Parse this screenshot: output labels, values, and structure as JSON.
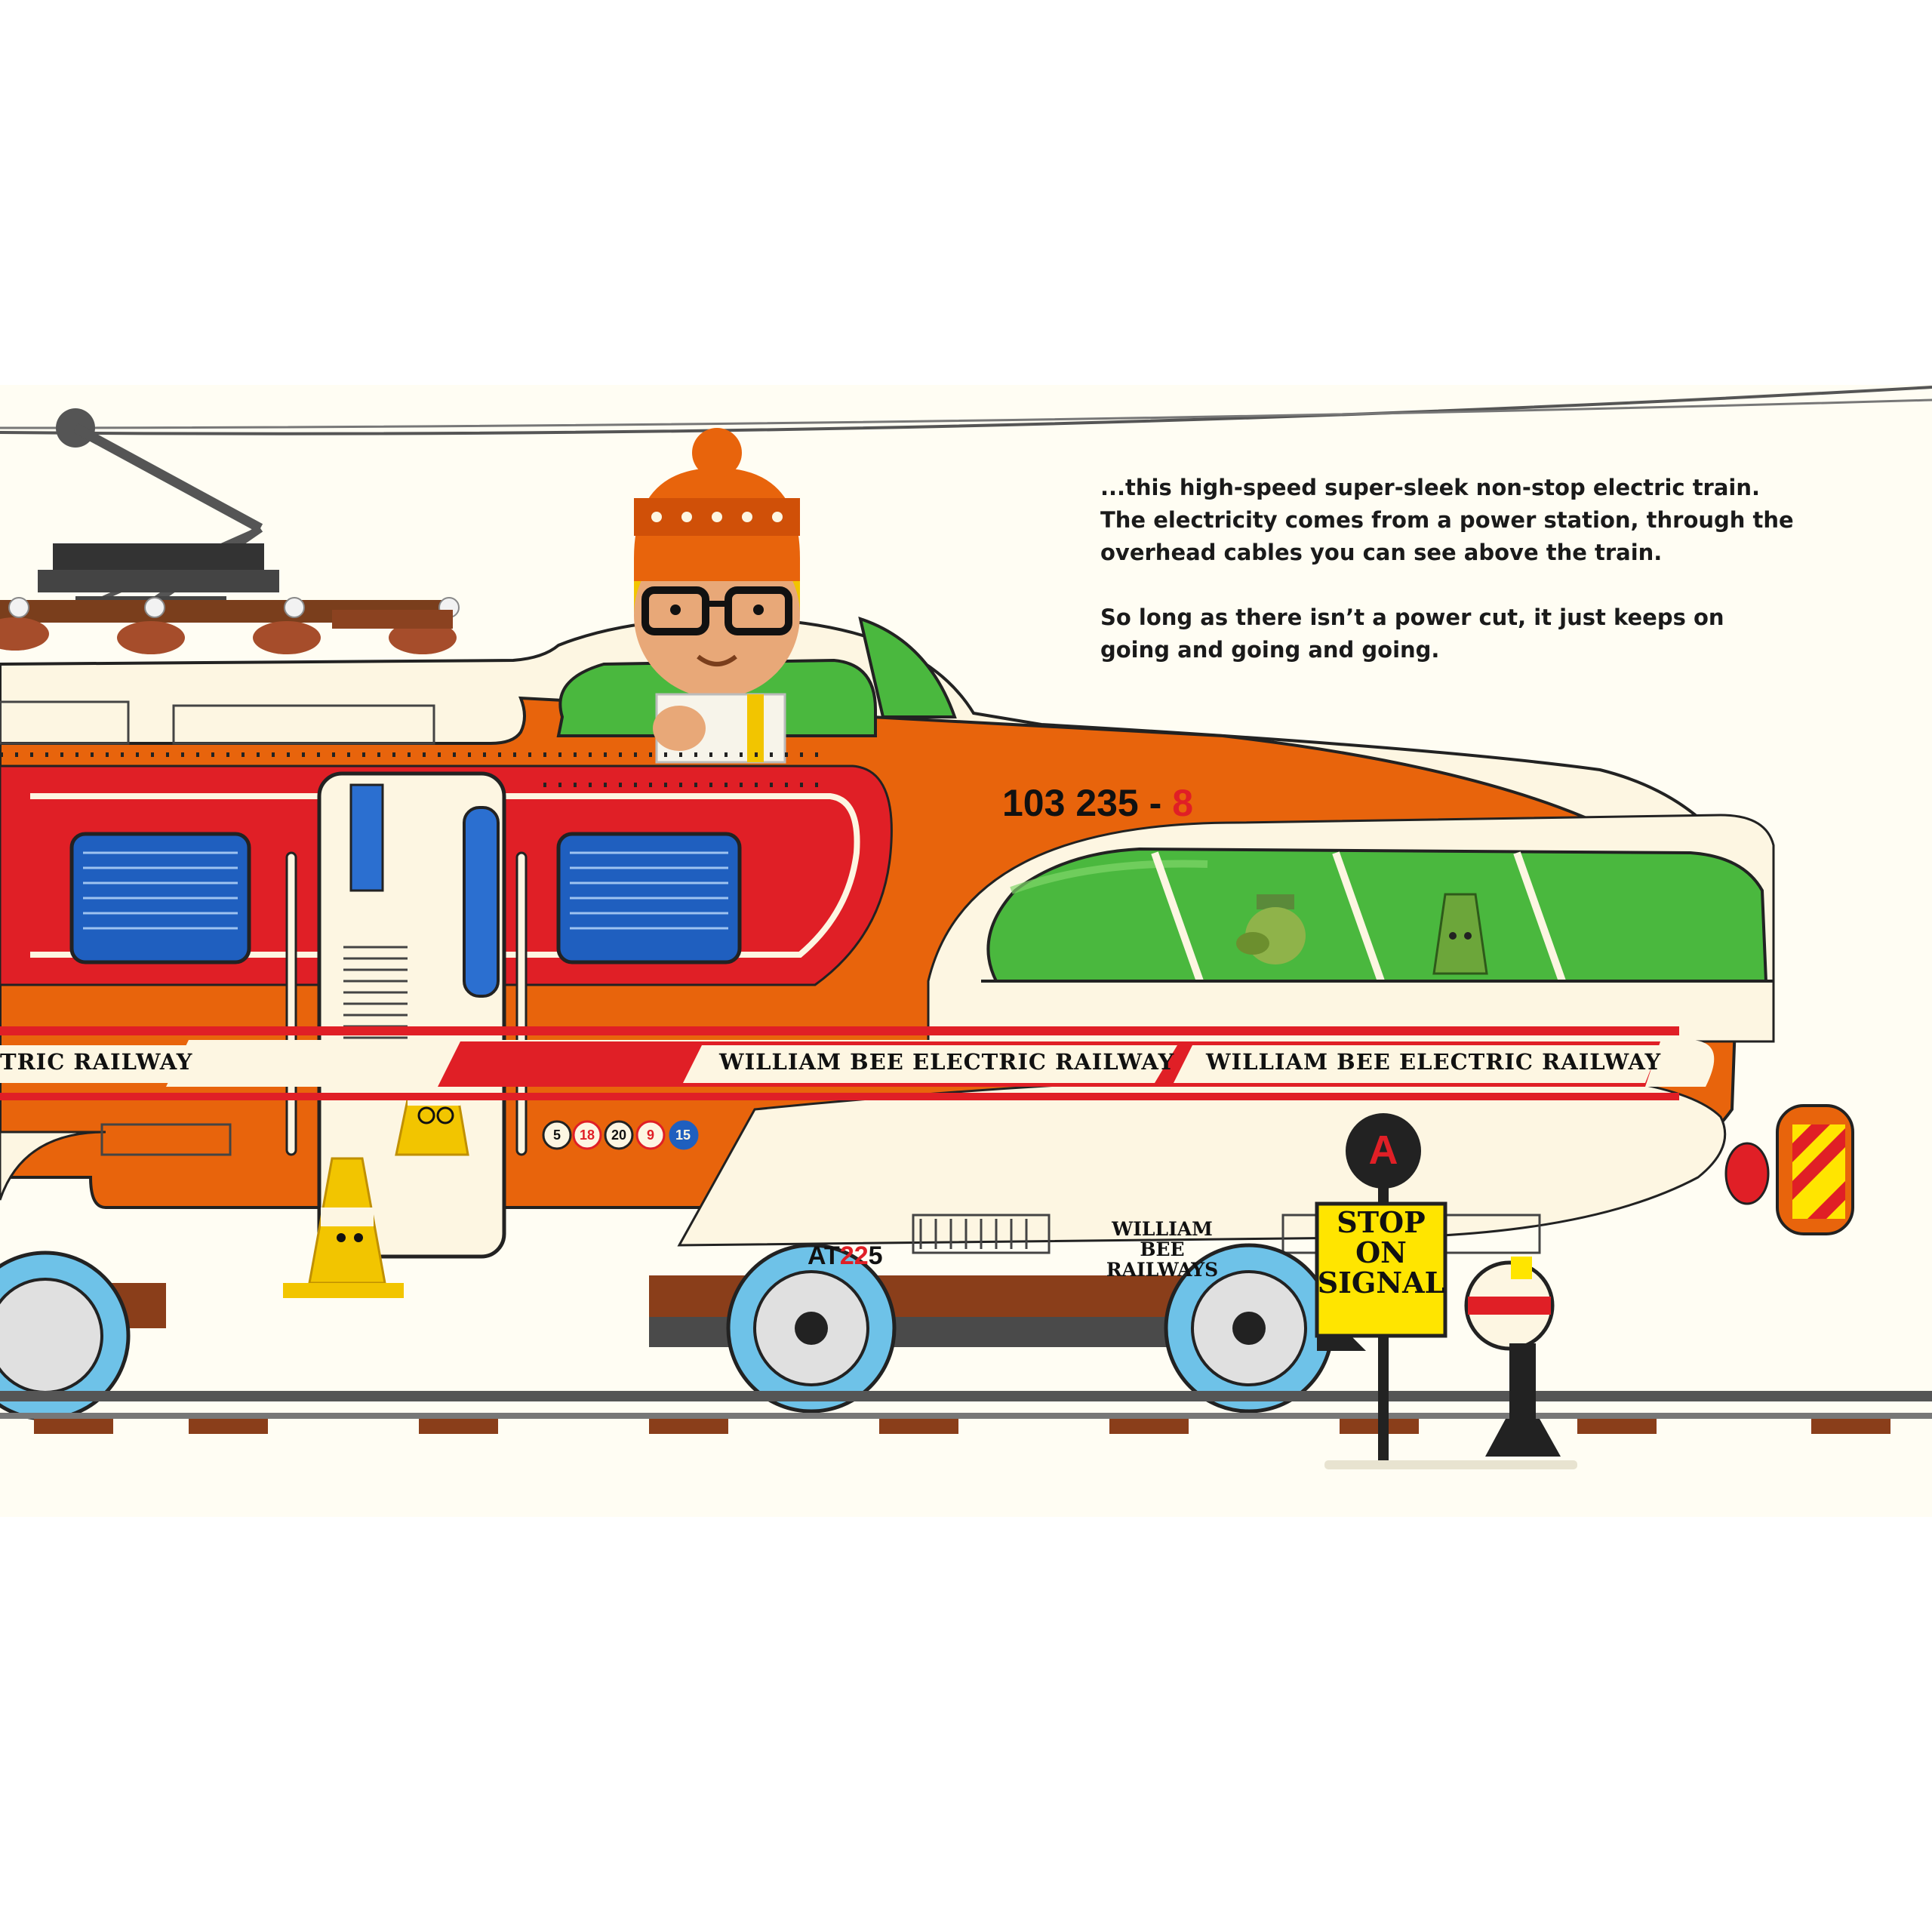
{
  "story": {
    "paragraph_1": "...this high-speed super-sleek non-stop electric train. The electricity comes from a power station, through the overhead cables you can see above the train.",
    "paragraph_2": "So long as there isn’t a power cut, it just keeps on going and going and going."
  },
  "train": {
    "number_main": "103 235 -",
    "number_check": "8",
    "livery_left": "TRIC RAILWAY",
    "livery_1": "WILLIAM BEE ELECTRIC RAILWAY",
    "livery_2": "WILLIAM BEE ELECTRIC RAILWAY",
    "bogie_code_prefix": "AT",
    "bogie_code_red": "22",
    "bogie_code_suffix": "5",
    "railways_line_1": "WILLIAM BEE",
    "railways_line_2": "RAILWAYS",
    "route_numbers": [
      "5",
      "18",
      "20",
      "9",
      "15"
    ],
    "colors": {
      "body_orange": "#e8640c",
      "stripe_red": "#e01f26",
      "cream": "#fdf6e2",
      "window_green": "#4ab83e",
      "window_blue": "#1f5fbf"
    }
  },
  "signal": {
    "aspect_letter": "A",
    "sign_line_1": "STOP",
    "sign_line_2": "ON",
    "sign_line_3": "SIGNAL",
    "sign_color": "#ffe500"
  }
}
